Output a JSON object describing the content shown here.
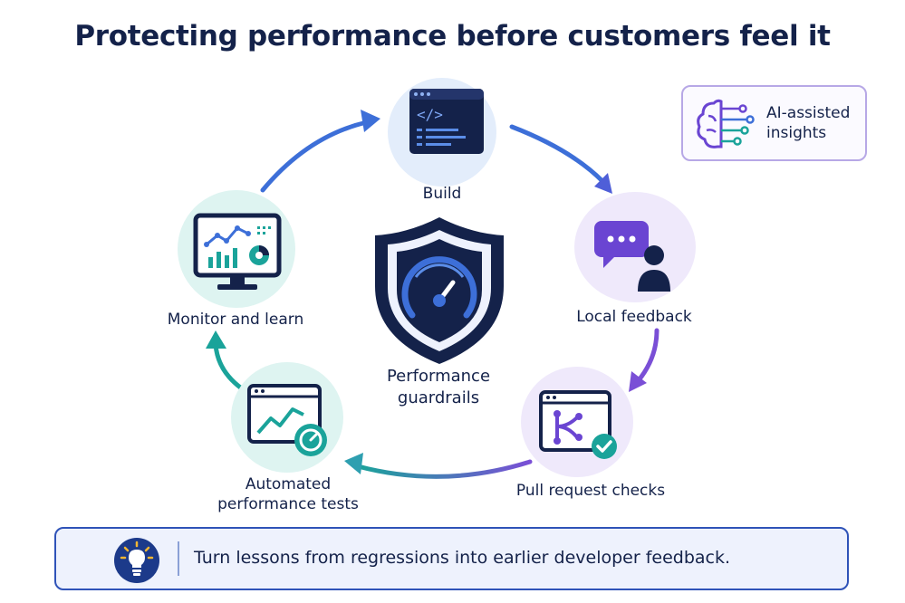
{
  "title": "Protecting performance before customers feel it",
  "stages": [
    {
      "id": "build",
      "label": "Build",
      "icon": "code-window-icon"
    },
    {
      "id": "local-feedback",
      "label": "Local feedback",
      "icon": "chat-user-icon"
    },
    {
      "id": "pull-request",
      "label": "Pull request checks",
      "icon": "branch-check-icon"
    },
    {
      "id": "automated-tests",
      "label_line1": "Automated",
      "label_line2": "performance tests",
      "icon": "chart-gauge-icon"
    },
    {
      "id": "monitor",
      "label": "Monitor and learn",
      "icon": "monitor-dashboard-icon"
    }
  ],
  "center": {
    "line1": "Performance",
    "line2": "guardrails",
    "icon": "shield-gauge-icon"
  },
  "ai_box": {
    "line1": "AI-assisted",
    "line2": "insights",
    "icon": "brain-circuit-icon"
  },
  "banner": {
    "text": "Turn lessons from regressions into earlier developer feedback.",
    "icon": "lightbulb-icon"
  },
  "colors": {
    "navy": "#14224a",
    "blue_arrow": "#3d6fd8",
    "purple_arrow": "#7a4fd6",
    "teal_arrow": "#1aa39a",
    "build_bg": "#e3edfb",
    "local_bg": "#efe9fb",
    "pr_bg": "#efe9fb",
    "tests_bg": "#def4f1",
    "monitor_bg": "#def4f1"
  }
}
